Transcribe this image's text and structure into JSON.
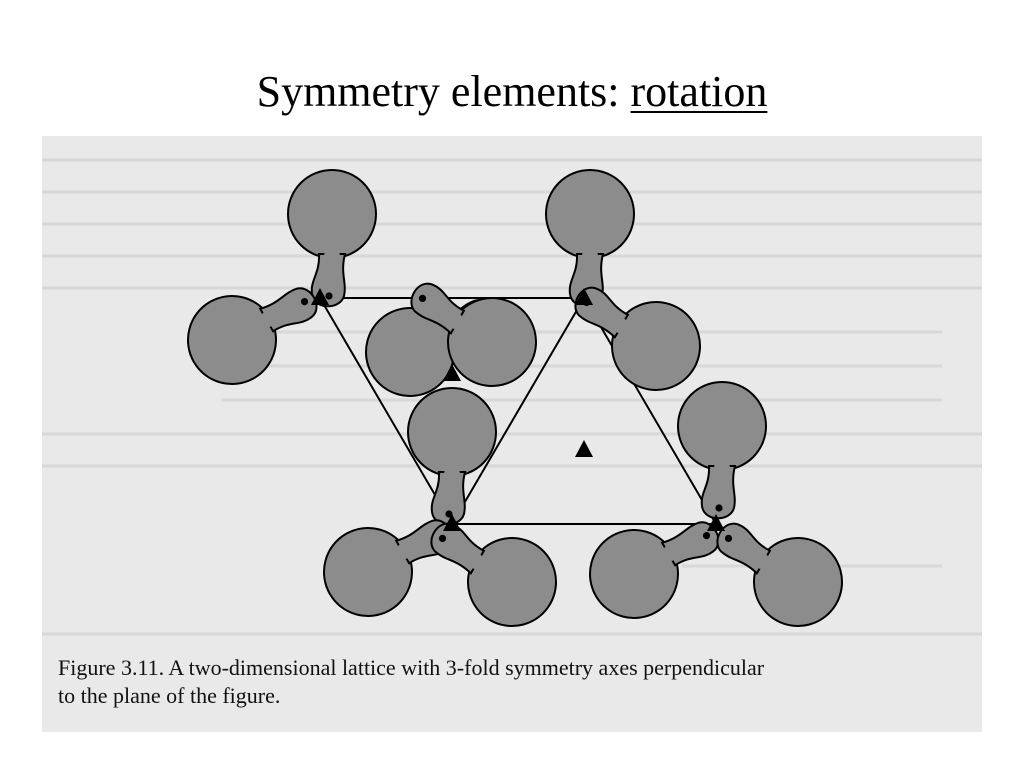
{
  "slide": {
    "title_prefix": "Symmetry elements: ",
    "title_term": "rotation"
  },
  "figure": {
    "caption_line1": "Figure 3.11.  A two-dimensional lattice with 3-fold symmetry axes perpendicular",
    "caption_line2": "to the plane of the figure.",
    "symmetry_axis_order": 3,
    "colors": {
      "background": "#e9e9e9",
      "molecule_fill": "#8c8c8c",
      "outline": "#000000"
    }
  }
}
